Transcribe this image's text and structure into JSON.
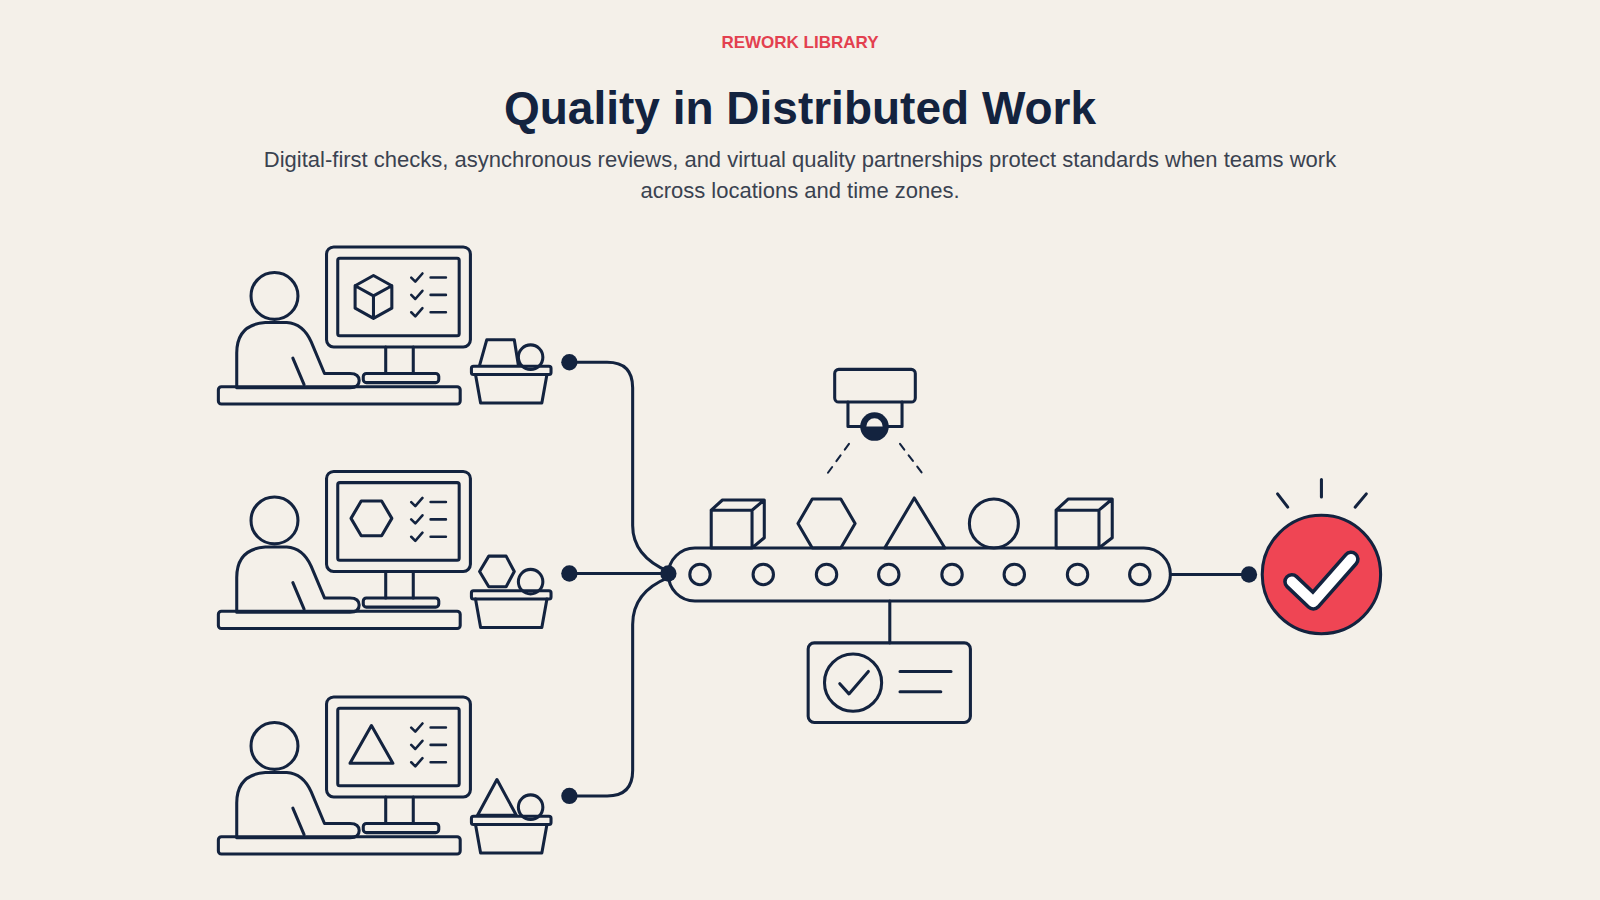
{
  "diagram": {
    "title": "Quality in Distributed Work",
    "caption": "Digital-first checks, asynchronous reviews, and virtual quality partnerships protect standards when teams work across locations and time zones.",
    "labels": [
      "REWORK LIBRARY"
    ]
  }
}
